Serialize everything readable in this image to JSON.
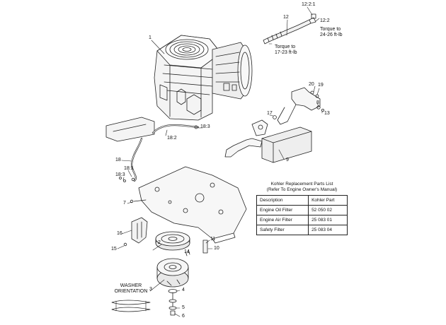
{
  "callouts": {
    "c1": "1",
    "c2": "2",
    "c3": "3",
    "c4": "4",
    "c5": "5",
    "c6": "6",
    "c7": "7",
    "c8": "8",
    "c9": "9",
    "c10": "10",
    "c11": "11",
    "c12": "12",
    "c13": "13",
    "c14": "14",
    "c15": "15",
    "c16": "16",
    "c17": "17",
    "c18": "18",
    "c19": "19",
    "c20": "20",
    "c12_2_1": "12:2:1",
    "c12_2": "12:2",
    "c18_3a": "18:3",
    "c18_2": "18:2",
    "c18_1": "18:1",
    "c18_3b": "18:3"
  },
  "torque_notes": {
    "shaft_end_line1": "Torque to",
    "shaft_end_line2": "24-26 ft-lb",
    "engine_line1": "Torque to",
    "engine_line2": "17-23 ft-lb"
  },
  "washer": {
    "caption_line1": "WASHER",
    "caption_line2": "ORIENTATION"
  },
  "parts_table": {
    "title_line1": "Kohler Replacement Parts List",
    "title_line2": "(Refer To Engine Owner's Manual)",
    "headers": [
      "Description",
      "Kohler Part"
    ],
    "rows": [
      [
        "Engine Oil Filter",
        "52 050 02"
      ],
      [
        "Engine Air Filter",
        "25 083 01"
      ],
      [
        "Safety Filter",
        "25 083 04"
      ]
    ]
  }
}
